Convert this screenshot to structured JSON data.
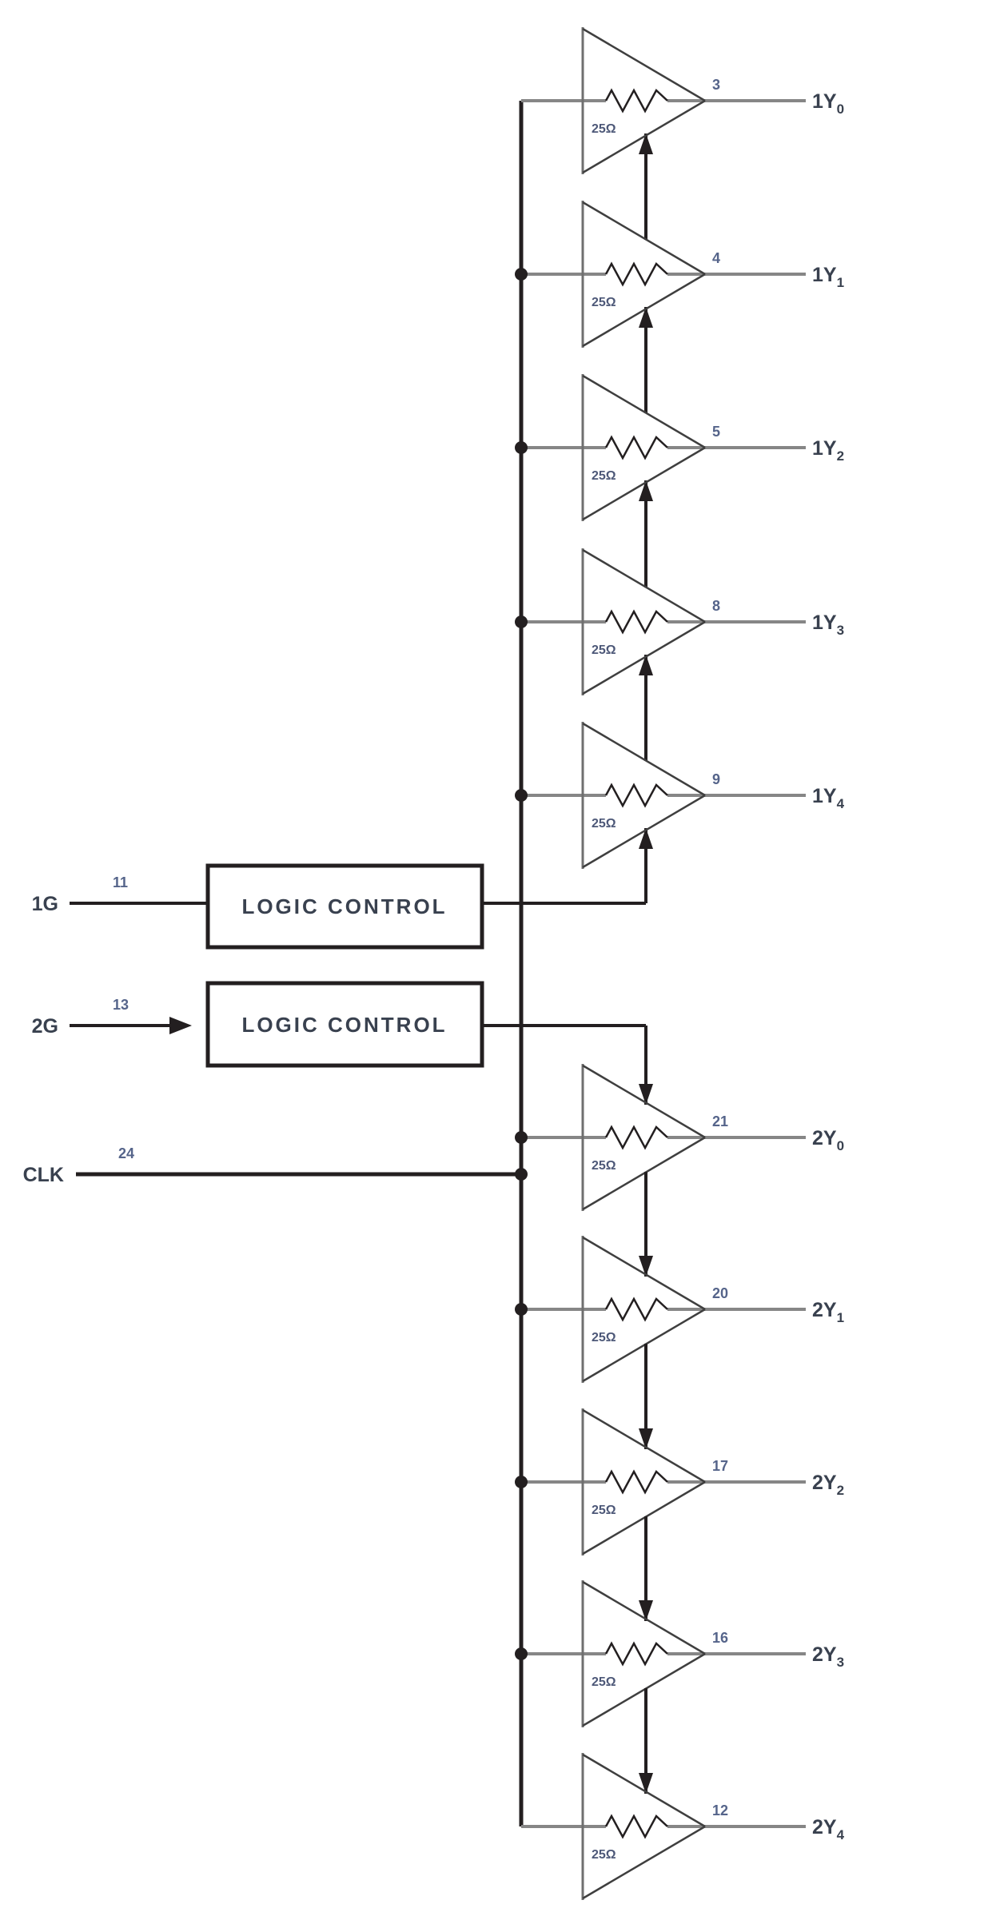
{
  "diagram_title": "clock-driver-functional-diagram",
  "colors": {
    "wire": "#231f20",
    "thin_wire": "#868686",
    "slant": "#3f3f3f",
    "back_edge": "#6f6f6f",
    "label_text": "#39414f",
    "pin_text": "#55648a",
    "res_text": "#4d5878"
  },
  "inputs": {
    "g1": {
      "label": "1G",
      "pin": "11"
    },
    "g2": {
      "label": "2G",
      "pin": "13"
    },
    "clk": {
      "label": "CLK",
      "pin": "24"
    }
  },
  "logic_control": {
    "label": "LOGIC CONTROL"
  },
  "resistor": {
    "value": "25Ω"
  },
  "banks": [
    {
      "name": "bank1",
      "enable_arrow_direction": "up"
    },
    {
      "name": "bank2",
      "enable_arrow_direction": "down"
    }
  ],
  "buffers": [
    {
      "bank": 1,
      "pin": "3",
      "signal": "1Y",
      "subscript": "0"
    },
    {
      "bank": 1,
      "pin": "4",
      "signal": "1Y",
      "subscript": "1"
    },
    {
      "bank": 1,
      "pin": "5",
      "signal": "1Y",
      "subscript": "2"
    },
    {
      "bank": 1,
      "pin": "8",
      "signal": "1Y",
      "subscript": "3"
    },
    {
      "bank": 1,
      "pin": "9",
      "signal": "1Y",
      "subscript": "4"
    },
    {
      "bank": 2,
      "pin": "21",
      "signal": "2Y",
      "subscript": "0"
    },
    {
      "bank": 2,
      "pin": "20",
      "signal": "2Y",
      "subscript": "1"
    },
    {
      "bank": 2,
      "pin": "17",
      "signal": "2Y",
      "subscript": "2"
    },
    {
      "bank": 2,
      "pin": "16",
      "signal": "2Y",
      "subscript": "3"
    },
    {
      "bank": 2,
      "pin": "12",
      "signal": "2Y",
      "subscript": "4"
    }
  ]
}
